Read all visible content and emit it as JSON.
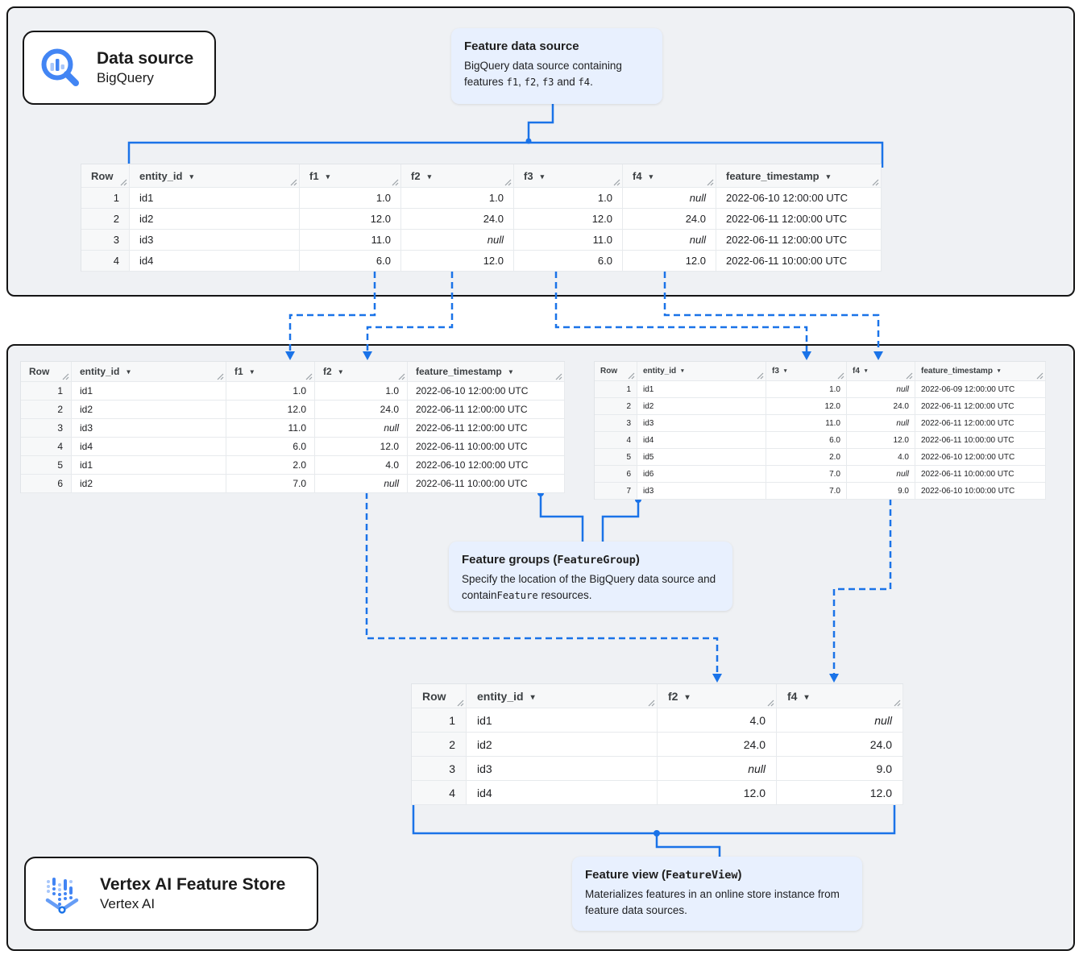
{
  "cards": {
    "data_source": {
      "title": "Data source",
      "subtitle": "BigQuery"
    },
    "feature_store": {
      "title": "Vertex AI Feature Store",
      "subtitle": "Vertex AI"
    }
  },
  "callouts": {
    "feature_data_source": {
      "title": [
        {
          "t": "Feature data source"
        }
      ],
      "body": [
        {
          "t": "BigQuery data source containing features "
        },
        {
          "t": "f1",
          "mono": true
        },
        {
          "t": ", "
        },
        {
          "t": "f2",
          "mono": true
        },
        {
          "t": ", "
        },
        {
          "t": "f3",
          "mono": true
        },
        {
          "t": " and "
        },
        {
          "t": "f4",
          "mono": true
        },
        {
          "t": "."
        }
      ]
    },
    "feature_groups": {
      "title": [
        {
          "t": "Feature groups ("
        },
        {
          "t": "FeatureGroup",
          "mono": true
        },
        {
          "t": ")"
        }
      ],
      "body": [
        {
          "t": "Specify the location of the BigQuery data source and contain"
        },
        {
          "t": "Feature",
          "mono": true
        },
        {
          "t": " resources."
        }
      ]
    },
    "feature_view": {
      "title": [
        {
          "t": "Feature view ("
        },
        {
          "t": "FeatureView",
          "mono": true
        },
        {
          "t": ")"
        }
      ],
      "body": [
        {
          "t": "Materializes features in an online store instance from feature data sources."
        }
      ]
    }
  },
  "tables": {
    "source": {
      "columns": [
        "Row",
        "entity_id",
        "f1",
        "f2",
        "f3",
        "f4",
        "feature_timestamp"
      ],
      "rows": [
        [
          "1",
          "id1",
          "1.0",
          "1.0",
          "1.0",
          "null",
          "2022-06-10 12:00:00 UTC"
        ],
        [
          "2",
          "id2",
          "12.0",
          "24.0",
          "12.0",
          "24.0",
          "2022-06-11 12:00:00 UTC"
        ],
        [
          "3",
          "id3",
          "11.0",
          "null",
          "11.0",
          "null",
          "2022-06-11 12:00:00 UTC"
        ],
        [
          "4",
          "id4",
          "6.0",
          "12.0",
          "6.0",
          "12.0",
          "2022-06-11 10:00:00 UTC"
        ]
      ]
    },
    "feature_group_1": {
      "columns": [
        "Row",
        "entity_id",
        "f1",
        "f2",
        "feature_timestamp"
      ],
      "rows": [
        [
          "1",
          "id1",
          "1.0",
          "1.0",
          "2022-06-10 12:00:00 UTC"
        ],
        [
          "2",
          "id2",
          "12.0",
          "24.0",
          "2022-06-11 12:00:00 UTC"
        ],
        [
          "3",
          "id3",
          "11.0",
          "null",
          "2022-06-11 12:00:00 UTC"
        ],
        [
          "4",
          "id4",
          "6.0",
          "12.0",
          "2022-06-11 10:00:00 UTC"
        ],
        [
          "5",
          "id1",
          "2.0",
          "4.0",
          "2022-06-10 12:00:00 UTC"
        ],
        [
          "6",
          "id2",
          "7.0",
          "null",
          "2022-06-11 10:00:00 UTC"
        ]
      ]
    },
    "feature_group_2": {
      "columns": [
        "Row",
        "entity_id",
        "f3",
        "f4",
        "feature_timestamp"
      ],
      "rows": [
        [
          "1",
          "id1",
          "1.0",
          "null",
          "2022-06-09 12:00:00 UTC"
        ],
        [
          "2",
          "id2",
          "12.0",
          "24.0",
          "2022-06-11 12:00:00 UTC"
        ],
        [
          "3",
          "id3",
          "11.0",
          "null",
          "2022-06-11 12:00:00 UTC"
        ],
        [
          "4",
          "id4",
          "6.0",
          "12.0",
          "2022-06-11 10:00:00 UTC"
        ],
        [
          "5",
          "id5",
          "2.0",
          "4.0",
          "2022-06-10 12:00:00 UTC"
        ],
        [
          "6",
          "id6",
          "7.0",
          "null",
          "2022-06-11 10:00:00 UTC"
        ],
        [
          "7",
          "id3",
          "7.0",
          "9.0",
          "2022-06-10 10:00:00 UTC"
        ]
      ]
    },
    "feature_view": {
      "columns": [
        "Row",
        "entity_id",
        "f2",
        "f4"
      ],
      "rows": [
        [
          "1",
          "id1",
          "4.0",
          "null"
        ],
        [
          "2",
          "id2",
          "24.0",
          "24.0"
        ],
        [
          "3",
          "id3",
          "null",
          "9.0"
        ],
        [
          "4",
          "id4",
          "12.0",
          "12.0"
        ]
      ]
    }
  },
  "icons": {
    "data_source_card": "bigquery-search-icon",
    "feature_store_card": "vertex-ai-icon",
    "column_menu": "dropdown-arrow-icon",
    "column_resize": "resize-handle-icon"
  },
  "colors": {
    "accent_blue": "#1a73e8",
    "icon_blue": "#4285f4",
    "icon_light_blue": "#a8c7fa",
    "callout_bg": "#e8f0fe",
    "container_bg": "#eff1f4",
    "header_bg": "#f7f8f9",
    "table_border": "#e7eaed",
    "null_text": "#9aa0a6",
    "outline_black": "#141414"
  }
}
